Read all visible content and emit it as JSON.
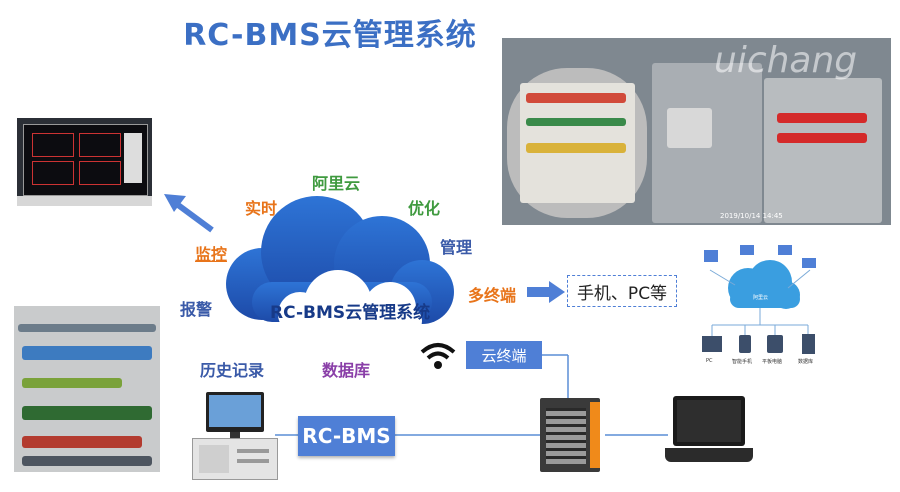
{
  "title": "RC-BMS云管理系统",
  "cloud_label": "RC-BMS云管理系统",
  "keywords": {
    "realtime": "实时",
    "aliyun": "阿里云",
    "optimize": "优化",
    "manage": "管理",
    "monitor": "监控",
    "alarm": "报警",
    "history": "历史记录",
    "database": "数据库",
    "multi_terminal": "多终端"
  },
  "device_box": "手机、PC等",
  "cloud_terminal": "云终端",
  "rcbms_box": "RC-BMS",
  "watermark": "uichang",
  "photo_timestamp": "2019/10/14 14:45",
  "mini_network": {
    "center": "阿里云",
    "labels": [
      "PC",
      "智能手机",
      "平板电脑",
      "数据库"
    ]
  },
  "colors": {
    "title": "#3b6fc4",
    "accent_blue": "#4f7fd6",
    "orange": "#e8741a",
    "green": "#3f9a3f",
    "purple": "#8a3fa8",
    "dark_blue": "#3a5aa8"
  }
}
